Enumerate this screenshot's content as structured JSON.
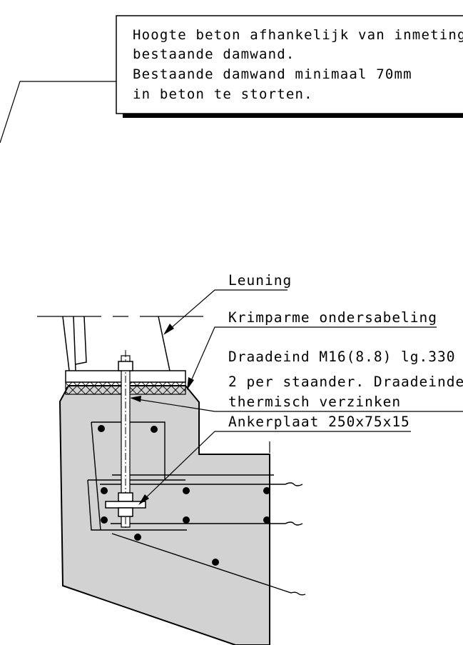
{
  "note_box": {
    "lines": [
      "Hoogte beton afhankelijk van inmeting",
      "bestaande damwand.",
      "Bestaande damwand minimaal 70mm",
      "in beton te storten."
    ]
  },
  "callouts": {
    "leuning": "Leuning",
    "krimparme": "Krimparme ondersabeling",
    "draadeind_line1": "Draadeind M16(8.8) lg.330",
    "draadeind_line2": "2 per staander. Draadeinde",
    "draadeind_line3": "thermisch verzinken",
    "ankerplaat": "Ankerplaat 250x75x15"
  },
  "colors": {
    "concrete": "#d2d2d2",
    "ink": "#000000"
  }
}
